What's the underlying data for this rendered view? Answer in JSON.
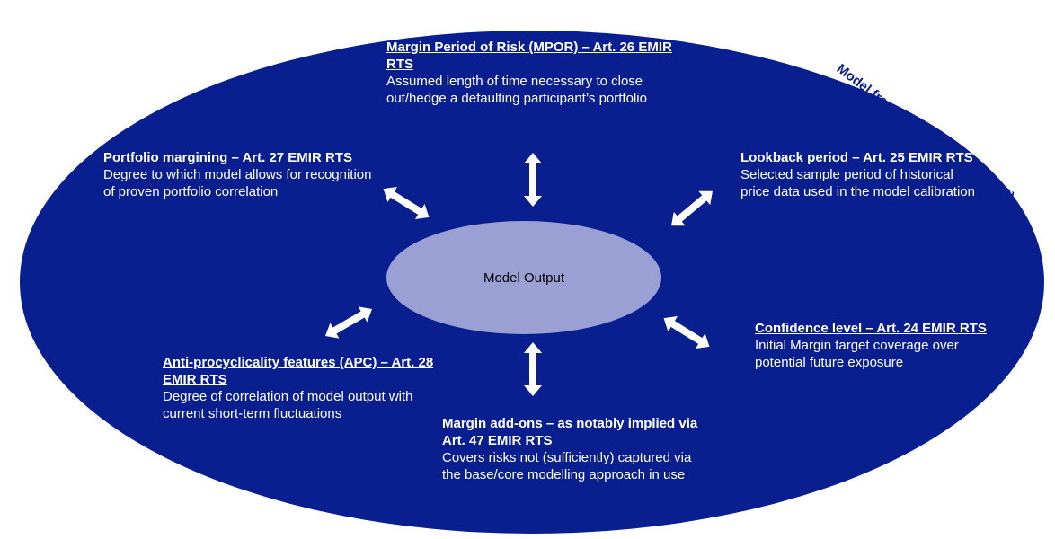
{
  "colors": {
    "outer": "#0a1f8f",
    "inner": "#9aa0d4",
    "text": "#ffffff",
    "arrow": "#ffffff"
  },
  "framework_label": "Model framework (e.g. SPAN/VAR)",
  "center_label": "Model Output",
  "blocks": {
    "mpor": {
      "title": "Margin Period of Risk (MPOR) – Art. 26 EMIR RTS",
      "desc": "Assumed length of time necessary to close out/hedge a defaulting participant’s portfolio"
    },
    "portfolio": {
      "title": "Portfolio margining – Art. 27 EMIR RTS",
      "desc": "Degree to which model allows for recognition of proven portfolio correlation"
    },
    "lookback": {
      "title": "Lookback period – Art. 25 EMIR RTS",
      "desc": "Selected sample period of historical price data used in the model calibration"
    },
    "confidence": {
      "title": "Confidence level – Art. 24 EMIR RTS",
      "desc": "Initial Margin target coverage over potential future exposure"
    },
    "apc": {
      "title": "Anti-procyclicality features (APC) – Art. 28 EMIR RTS",
      "desc": "Degree of correlation of model output with current short-term fluctuations"
    },
    "addons": {
      "title": "Margin add-ons – as notably implied via Art. 47 EMIR RTS",
      "desc": "Covers risks not (sufficiently) captured via the base/core modelling approach in use"
    }
  }
}
